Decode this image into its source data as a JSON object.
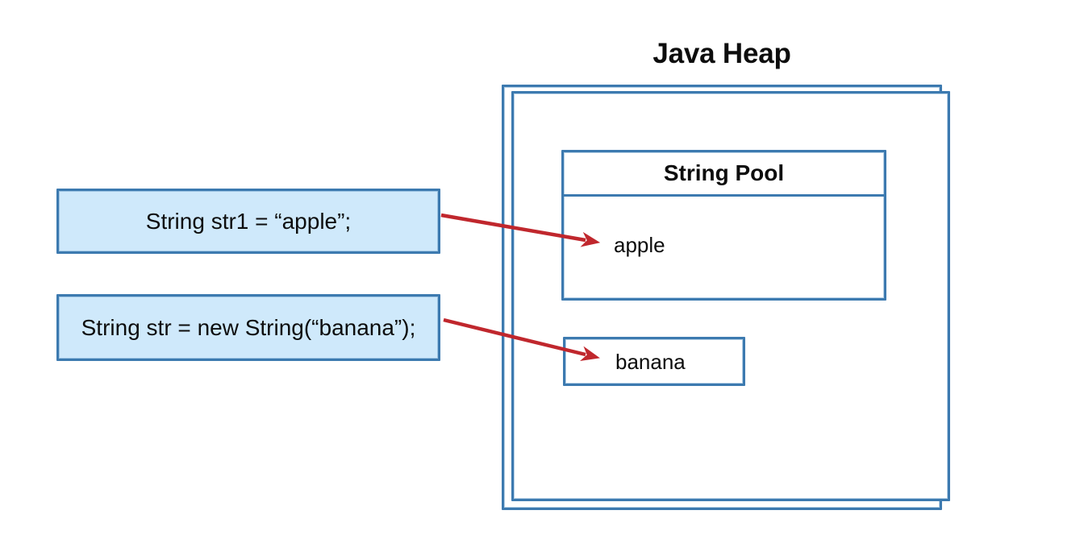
{
  "diagram": {
    "title": "Java Heap",
    "background_color": "#ffffff",
    "accent_border_color": "#3d7ab0",
    "code_box_fill_color": "#cfe9fb",
    "arrow_color": "#c0272d",
    "text_color": "#0d0d0d"
  },
  "heap": {
    "label": "Java Heap",
    "string_pool": {
      "title": "String Pool",
      "entries": [
        {
          "value": "apple"
        }
      ]
    },
    "objects": [
      {
        "value": "banana"
      }
    ]
  },
  "code_statements": [
    {
      "id": "stmt-1",
      "text": "String str1 = “apple”;"
    },
    {
      "id": "stmt-2",
      "text": "String str = new String(“banana”);"
    }
  ],
  "arrows": [
    {
      "from": "stmt-1",
      "to": "apple"
    },
    {
      "from": "stmt-2",
      "to": "banana"
    }
  ]
}
